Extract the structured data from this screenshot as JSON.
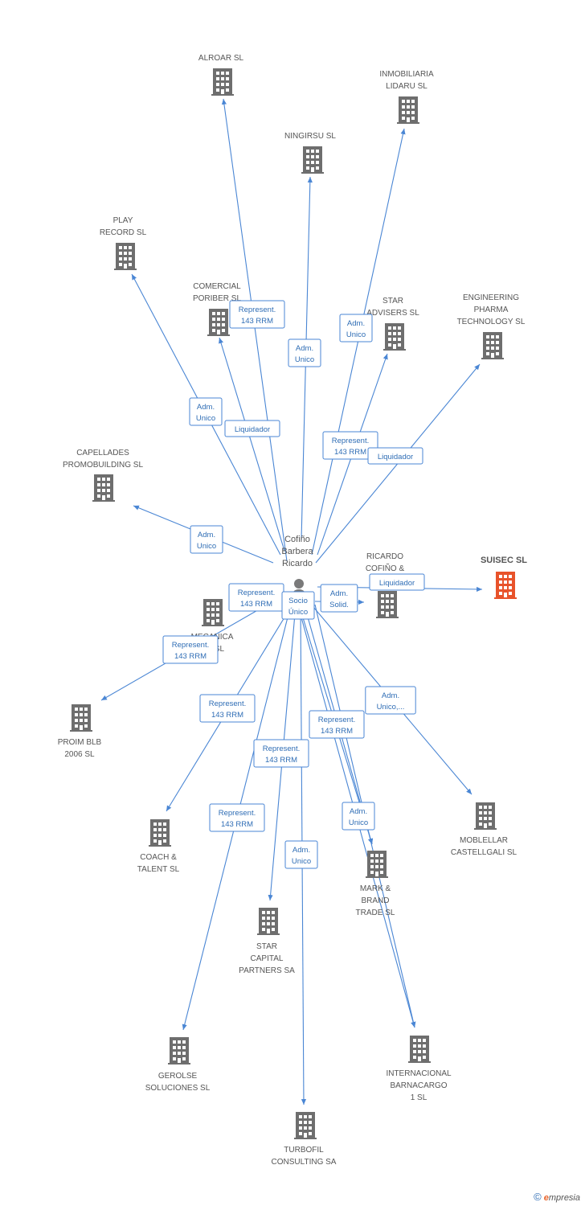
{
  "colors": {
    "edge": "#4a86d4",
    "edge_text": "#2f6db5",
    "building": "#6e6e6e",
    "building_highlight": "#e8532b",
    "person": "#7a7a7a",
    "label": "#555555"
  },
  "person": {
    "label_lines": [
      "Cofiño",
      "Barbera",
      "Ricardo"
    ],
    "icon": "person-icon"
  },
  "nodes": [
    {
      "id": "alroar",
      "label_lines": [
        "ALROAR SL"
      ],
      "icon": "building-icon"
    },
    {
      "id": "inmobiliaria",
      "label_lines": [
        "INMOBILIARIA",
        "LIDARU SL"
      ],
      "icon": "building-icon"
    },
    {
      "id": "ningirsu",
      "label_lines": [
        "NINGIRSU SL"
      ],
      "icon": "building-icon"
    },
    {
      "id": "play",
      "label_lines": [
        "PLAY",
        "RECORD SL"
      ],
      "icon": "building-icon"
    },
    {
      "id": "comercial",
      "label_lines": [
        "COMERCIAL",
        "PORIBER SL"
      ],
      "icon": "building-icon"
    },
    {
      "id": "star_advisers",
      "label_lines": [
        "STAR",
        "ADVISERS SL"
      ],
      "icon": "building-icon"
    },
    {
      "id": "engineering",
      "label_lines": [
        "ENGINEERING",
        "PHARMA",
        "TECHNOLOGY SL"
      ],
      "icon": "building-icon"
    },
    {
      "id": "capellades",
      "label_lines": [
        "CAPELLADES",
        "PROMOBUILDING SL"
      ],
      "icon": "building-icon"
    },
    {
      "id": "ricardo",
      "label_lines": [
        "RICARDO",
        "COFIÑO &",
        "RI..."
      ],
      "icon": "building-icon"
    },
    {
      "id": "suisec",
      "label_lines": [
        "SUISEC SL"
      ],
      "icon": "building-icon",
      "highlight": true
    },
    {
      "id": "mecanica",
      "label_lines": [
        "MECANICA",
        "...S SL"
      ],
      "icon": "building-icon"
    },
    {
      "id": "proim",
      "label_lines": [
        "PROIM BLB",
        "2006 SL"
      ],
      "icon": "building-icon"
    },
    {
      "id": "coach",
      "label_lines": [
        "COACH &",
        "TALENT SL"
      ],
      "icon": "building-icon"
    },
    {
      "id": "moblellar",
      "label_lines": [
        "MOBLELLAR",
        "CASTELLGALI SL"
      ],
      "icon": "building-icon"
    },
    {
      "id": "mark",
      "label_lines": [
        "MARK &",
        "BRAND",
        "TRADE SL"
      ],
      "icon": "building-icon"
    },
    {
      "id": "star_capital",
      "label_lines": [
        "STAR",
        "CAPITAL",
        "PARTNERS SA"
      ],
      "icon": "building-icon"
    },
    {
      "id": "gerolse",
      "label_lines": [
        "GEROLSE",
        "SOLUCIONES SL"
      ],
      "icon": "building-icon"
    },
    {
      "id": "internacional",
      "label_lines": [
        "INTERNACIONAL",
        "BARNACARGO",
        "1 SL"
      ],
      "icon": "building-icon"
    },
    {
      "id": "turbofil",
      "label_lines": [
        "TURBOFIL",
        "CONSULTING SA"
      ],
      "icon": "building-icon"
    }
  ],
  "edges": [
    {
      "to": "alroar",
      "label_lines": [
        "Represent.",
        "143 RRM"
      ]
    },
    {
      "to": "inmobiliaria",
      "label_lines": [
        "Adm.",
        "Unico"
      ]
    },
    {
      "to": "ningirsu",
      "label_lines": [
        "Adm.",
        "Unico"
      ]
    },
    {
      "to": "play",
      "label_lines": [
        "Adm.",
        "Unico"
      ]
    },
    {
      "to": "comercial",
      "label_lines": [
        "Liquidador"
      ]
    },
    {
      "to": "star_advisers",
      "label_lines": [
        "Represent.",
        "143 RRM"
      ]
    },
    {
      "to": "engineering",
      "label_lines": [
        "Liquidador"
      ]
    },
    {
      "to": "capellades",
      "label_lines": [
        "Adm.",
        "Unico"
      ]
    },
    {
      "to": "ricardo",
      "label_lines": [
        "Adm.",
        "Solid."
      ]
    },
    {
      "to": "suisec",
      "label_lines": [
        "Liquidador"
      ]
    },
    {
      "to": "mecanica",
      "label_lines": [
        "Represent.",
        "143 RRM"
      ]
    },
    {
      "to": "mecanica",
      "label_lines": [
        "Socio",
        "Único"
      ]
    },
    {
      "to": "proim",
      "label_lines": [
        "Represent.",
        "143 RRM"
      ]
    },
    {
      "to": "coach",
      "label_lines": [
        "Represent.",
        "143 RRM"
      ]
    },
    {
      "to": "moblellar",
      "label_lines": [
        "Adm.",
        "Unico,..."
      ]
    },
    {
      "to": "mark",
      "label_lines": [
        "Adm.",
        "Unico"
      ]
    },
    {
      "to": "star_capital",
      "label_lines": [
        "Represent.",
        "143 RRM"
      ]
    },
    {
      "to": "gerolse",
      "label_lines": [
        "Represent.",
        "143 RRM"
      ]
    },
    {
      "to": "internacional",
      "label_lines": [
        "Represent.",
        "143 RRM"
      ]
    },
    {
      "to": "turbofil",
      "label_lines": [
        "Adm.",
        "Unico"
      ]
    }
  ],
  "footer": {
    "copyright": "©",
    "brand_initial": "e",
    "brand_rest": "mpresia"
  }
}
